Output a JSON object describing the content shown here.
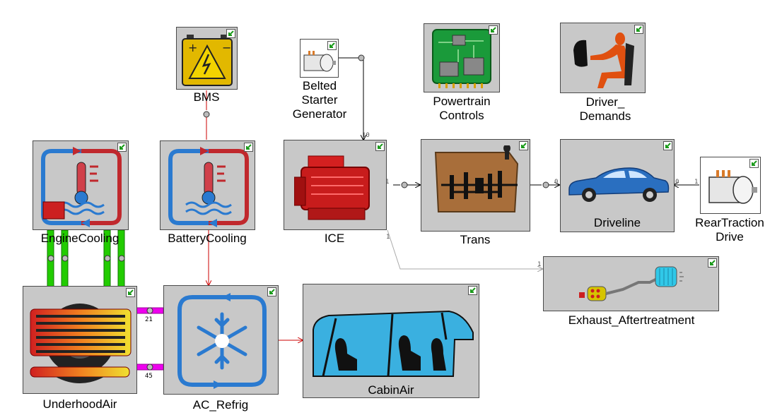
{
  "blocks": {
    "bms": {
      "label": "BMS"
    },
    "bsg": {
      "label_lines": [
        "Belted",
        "Starter",
        "Generator"
      ]
    },
    "powertrain": {
      "label_lines": [
        "Powertrain",
        "Controls"
      ]
    },
    "driver": {
      "label_lines": [
        "Driver_",
        "Demands"
      ]
    },
    "engine_cooling": {
      "label": "EngineCooling"
    },
    "battery_cooling": {
      "label": "BatteryCooling"
    },
    "ice": {
      "label": "ICE"
    },
    "trans": {
      "label": "Trans"
    },
    "driveline": {
      "label": "Driveline"
    },
    "rear_traction": {
      "label_lines": [
        "RearTraction",
        "Drive"
      ]
    },
    "exhaust": {
      "label": "Exhaust_Aftertreatment"
    },
    "underhood": {
      "label": "UnderhoodAir"
    },
    "ac_refrig": {
      "label": "AC_Refrig"
    },
    "cabin": {
      "label": "CabinAir"
    }
  },
  "ports": {
    "bsg_ice": "10",
    "ice_out": "1",
    "ice_exh": "1",
    "exh_in": "1",
    "trans_out": "0",
    "rear_in_a": "0",
    "rear_in_b": "1"
  },
  "wires": {
    "top": "21",
    "bottom": "45"
  },
  "colors": {
    "block_bg": "#c8c8c8",
    "mechanical_link": "#000000",
    "thermal_link": "#cc0000",
    "coolant_link": "#22cc00",
    "air_link": "#ee00ee",
    "exhaust_link": "#aaaaaa",
    "corner_arrow": "#1a9a1a"
  }
}
